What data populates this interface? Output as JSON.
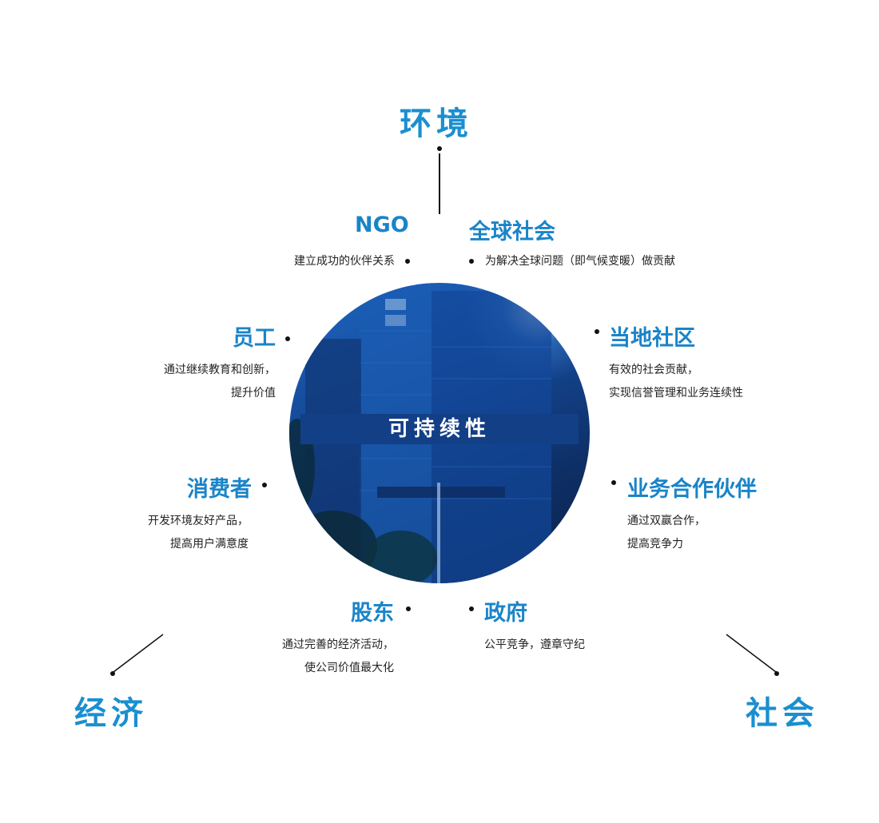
{
  "center": {
    "label": "可持续性"
  },
  "pillars": {
    "environment": "环境",
    "economy": "经济",
    "society": "社会"
  },
  "stakeholders": {
    "ngo": {
      "title": "NGO",
      "desc": [
        "建立成功的伙伴关系"
      ]
    },
    "global_society": {
      "title": "全球社会",
      "desc": [
        "为解决全球问题（即气候变暖）做贡献"
      ]
    },
    "employees": {
      "title": "员工",
      "desc": [
        "通过继续教育和创新，",
        "提升价值"
      ]
    },
    "local_community": {
      "title": "当地社区",
      "desc": [
        "有效的社会贡献，",
        "实现信誉管理和业务连续性"
      ]
    },
    "consumers": {
      "title": "消费者",
      "desc": [
        "开发环境友好产品，",
        "提高用户满意度"
      ]
    },
    "business_partners": {
      "title": "业务合作伙伴",
      "desc": [
        "通过双赢合作，",
        "提高竞争力"
      ]
    },
    "shareholders": {
      "title": "股东",
      "desc": [
        "通过完善的经济活动，",
        "使公司价值最大化"
      ]
    },
    "government": {
      "title": "政府",
      "desc": [
        "公平竞争，遵章守纪"
      ]
    }
  },
  "colors": {
    "accent": "#1a8fd0",
    "circle": "#154a98",
    "band": "#133f86"
  }
}
